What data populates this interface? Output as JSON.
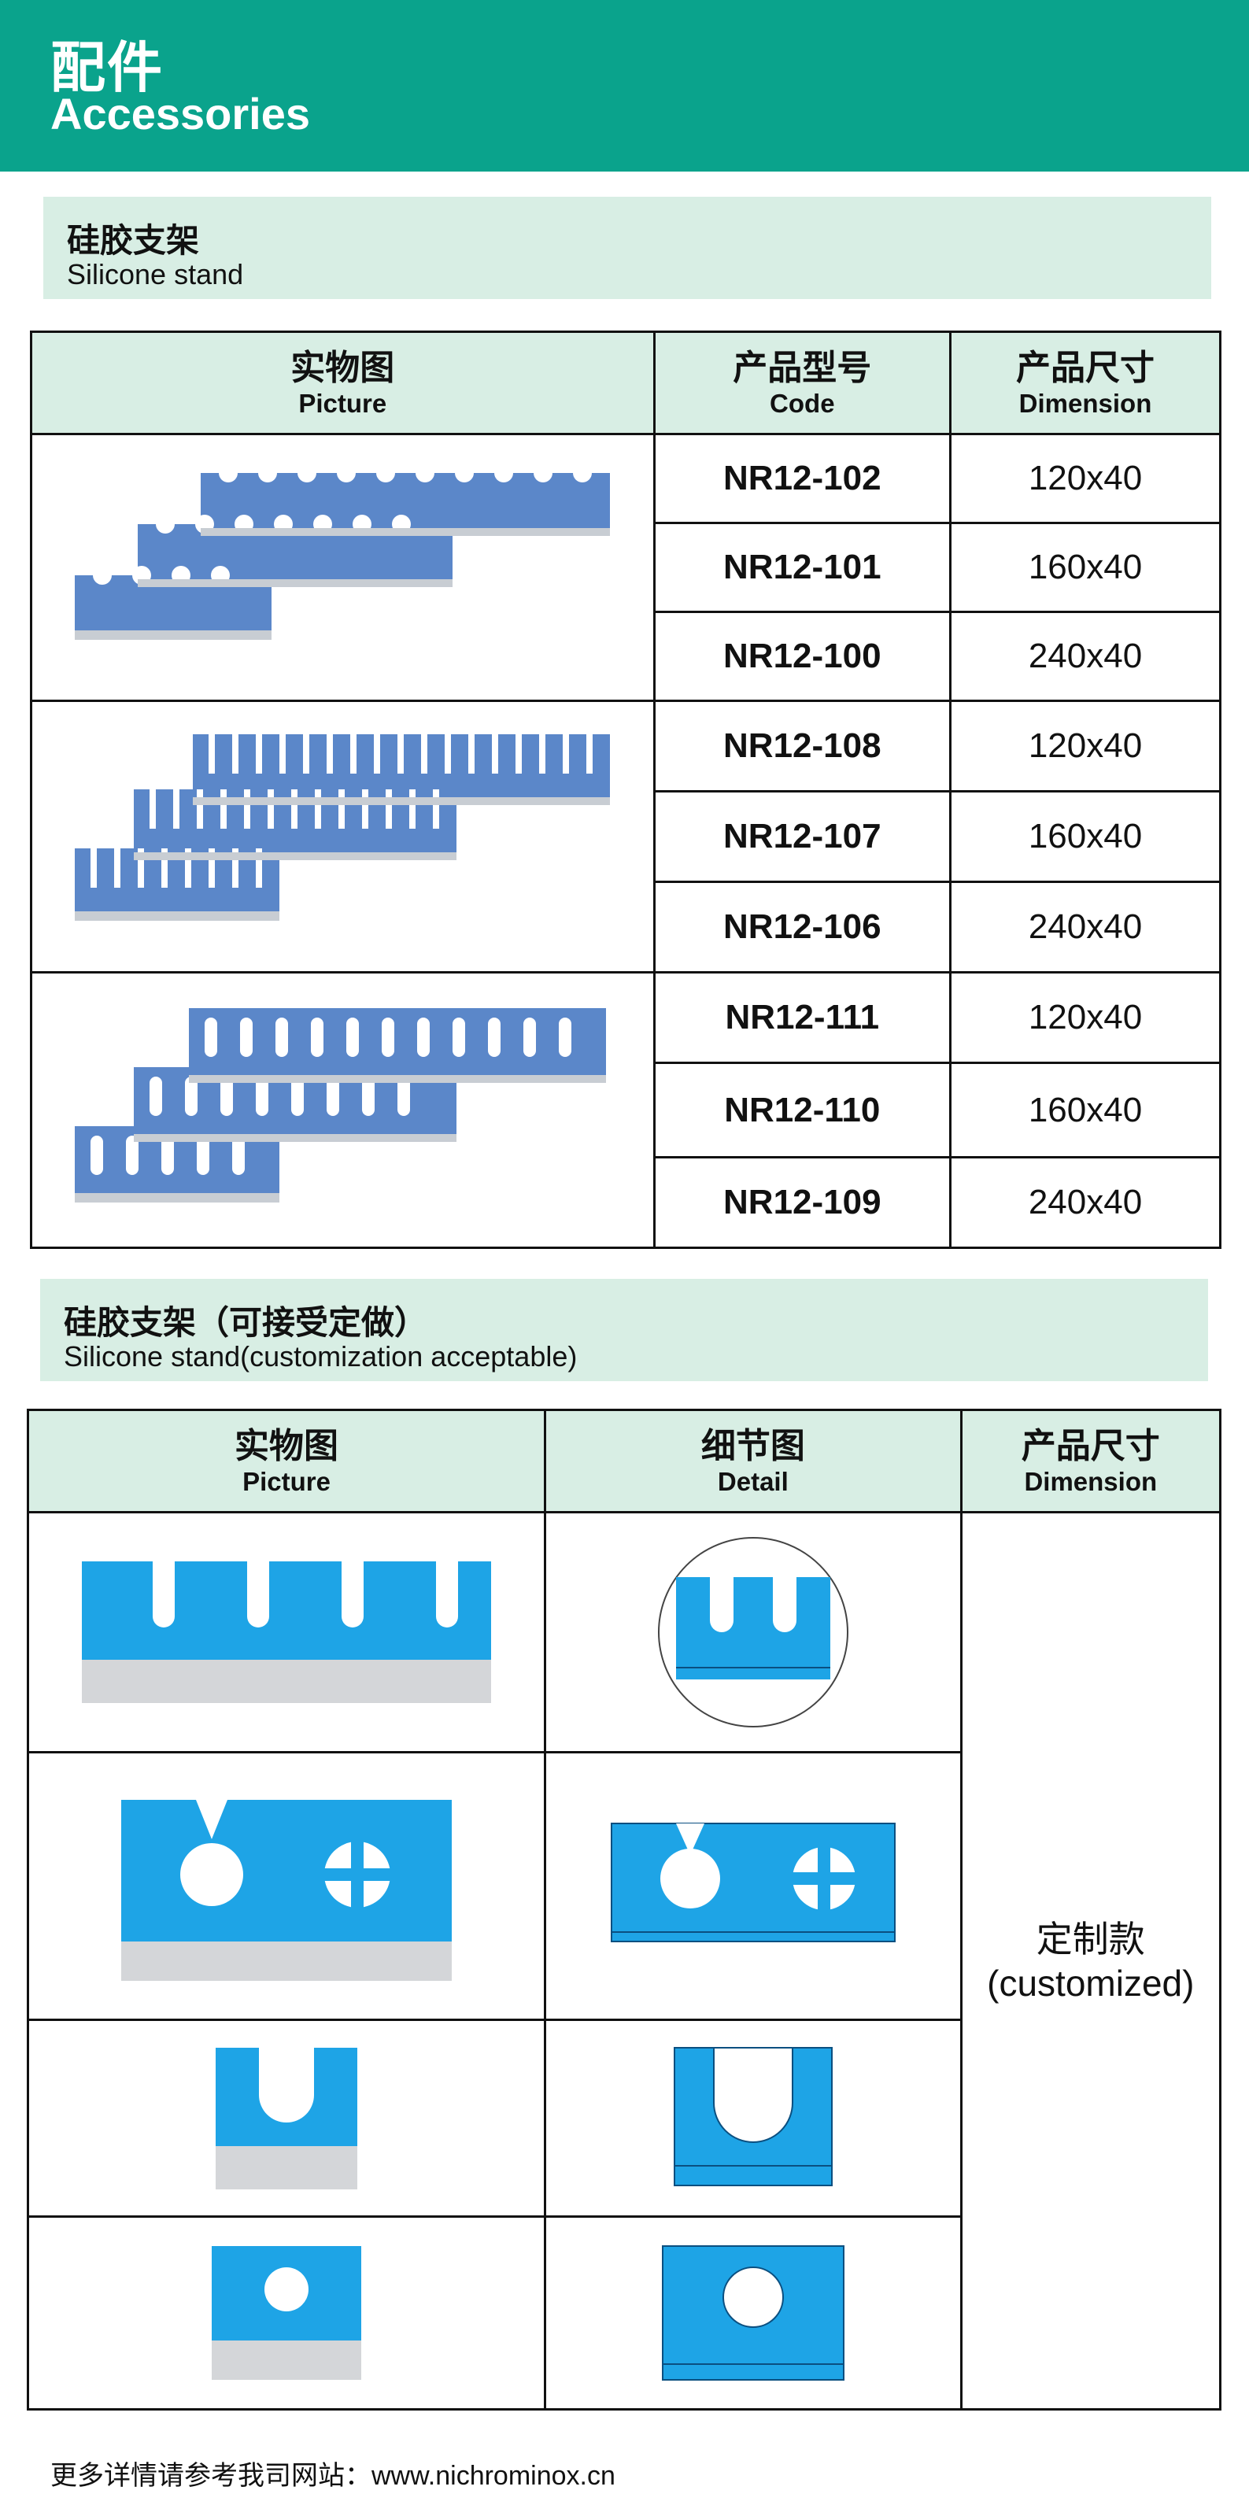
{
  "header": {
    "title_cn": "配件",
    "title_en": "Accessories"
  },
  "section1": {
    "title_cn": "硅胶支架",
    "title_en": "Silicone stand",
    "headers": {
      "picture_cn": "实物图",
      "picture_en": "Picture",
      "code_cn": "产品型号",
      "code_en": "Code",
      "dim_cn": "产品尺寸",
      "dim_en": "Dimension"
    },
    "rows": [
      {
        "code": "NR12-102",
        "dim": "120x40"
      },
      {
        "code": "NR12-101",
        "dim": "160x40"
      },
      {
        "code": "NR12-100",
        "dim": "240x40"
      },
      {
        "code": "NR12-108",
        "dim": "120x40"
      },
      {
        "code": "NR12-107",
        "dim": "160x40"
      },
      {
        "code": "NR12-106",
        "dim": "240x40"
      },
      {
        "code": "NR12-111",
        "dim": "120x40"
      },
      {
        "code": "NR12-110",
        "dim": "160x40"
      },
      {
        "code": "NR12-109",
        "dim": "240x40"
      }
    ]
  },
  "section2": {
    "title_cn": "硅胶支架（可接受定做）",
    "title_en": "Silicone stand(customization acceptable)",
    "headers": {
      "picture_cn": "实物图",
      "picture_en": "Picture",
      "detail_cn": "细节图",
      "detail_en": "Detail",
      "dim_cn": "产品尺寸",
      "dim_en": "Dimension"
    },
    "custom_cn": "定制款",
    "custom_en": "(customized)"
  },
  "footer": {
    "text": "更多详情请参考我司网站：www.nichrominox.cn"
  },
  "colors": {
    "header_bg": "#0aa38c",
    "section_bg": "#d8eee4",
    "silicone_blue": "#1ea4e6",
    "product_blue": "#4f82c8"
  }
}
